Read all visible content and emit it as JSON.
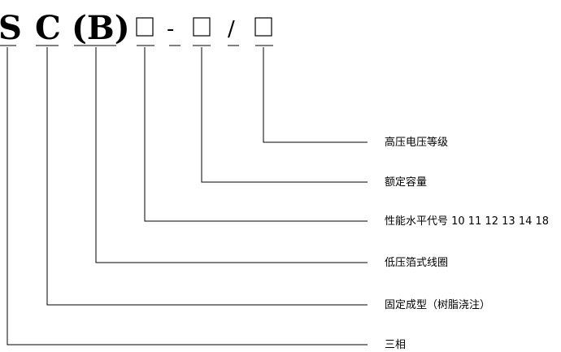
{
  "code": {
    "s": "S",
    "c": "C",
    "b": "(B)",
    "dash": "-",
    "slash": "/"
  },
  "labels": {
    "voltage_level": "高压电压等级",
    "rated_capacity": "额定容量",
    "performance_level": "性能水平代号 10 11 12 13 14 18",
    "low_voltage_coil": "低压箔式线圈",
    "fixed_molding": "固定成型（树脂浇注）",
    "three_phase": "三相"
  }
}
